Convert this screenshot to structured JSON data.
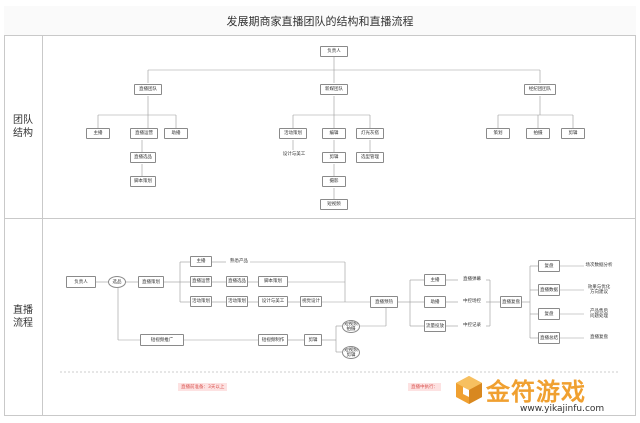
{
  "title": "发展期商家直播团队的结构和直播流程",
  "lanes": {
    "team_label": "团队结构",
    "process_label": "直播流程"
  },
  "team": {
    "root": "负责人",
    "level1": [
      "直播团队",
      "新媒团队",
      "经纪团团队"
    ],
    "live_team": [
      "主播",
      "直播运营",
      "助播"
    ],
    "live_ops_children": [
      "直播选品",
      "脚本策划"
    ],
    "media_team": [
      "活动策划",
      "编辑",
      "灯光灰搭"
    ],
    "media_col1": [
      "设计与美工"
    ],
    "media_col2": [
      "剪辑",
      "摄影",
      "短视频"
    ],
    "media_col3": [
      "选型管理"
    ],
    "agent_team": [
      "策划",
      "拍摄",
      "剪辑"
    ]
  },
  "process": {
    "start": "负责人",
    "decision": "选品",
    "plan": "直播策划",
    "host": "主播",
    "product": "熟悉产品",
    "ops": "直播运营",
    "select": "直播选品",
    "script": "脚本策划",
    "event": "活动策划",
    "collect": "活动策划",
    "design": "设计与美工",
    "visual": "视觉设计",
    "center": "直播预热",
    "promo": "短视频推广",
    "promo2": "短视频制作",
    "edit": "剪辑",
    "clip_a": "短视频\n拍摄",
    "clip_b": "短视频\n剪辑",
    "host2": "主播",
    "interact": "直播弹幕",
    "assist": "助播",
    "control": "中控场控",
    "data": "流量投放",
    "data2": "中控记录",
    "review": "直播复盘",
    "r1": "复盘",
    "r1b": "场次数据分析",
    "r2": "直播数据",
    "r2b": "效果与优化\n方向建议",
    "r3": "复盘",
    "r3b": "产品售后\n问题处理",
    "r4": "直播总结",
    "r4b": "直播复盘",
    "phase1": "直播前准备：3天以上",
    "phase2": "直播中执行："
  },
  "watermark": {
    "text": "金符游戏",
    "url": "www.yikajinfu.com"
  }
}
